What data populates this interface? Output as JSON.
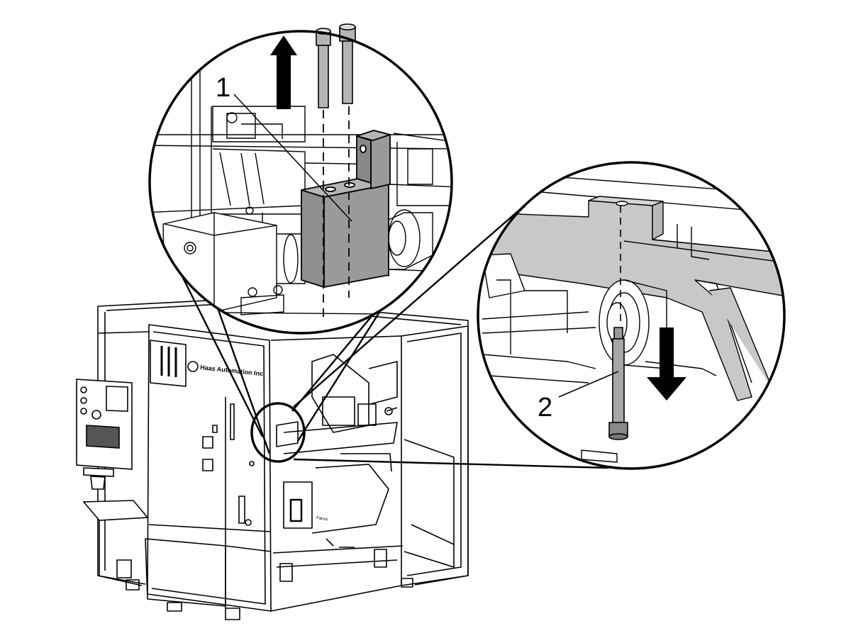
{
  "figure": {
    "callouts": [
      {
        "id": "1",
        "label": "1"
      },
      {
        "id": "2",
        "label": "2"
      }
    ],
    "brand_text": "Haas Automation Inc.",
    "tag_text": "Fanuc",
    "colors": {
      "line": "#000000",
      "part_fill": "#8f8f8f",
      "light_fill": "#c8c8c8",
      "background": "#ffffff"
    },
    "icons": {
      "up_arrow": "arrow-up-icon",
      "down_arrow": "arrow-down-icon"
    }
  }
}
